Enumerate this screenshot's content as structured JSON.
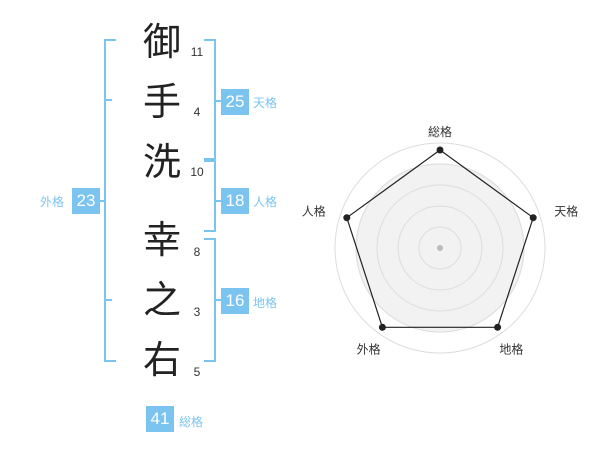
{
  "name_chars": [
    {
      "char": "御",
      "strokes": "11"
    },
    {
      "char": "手",
      "strokes": "4"
    },
    {
      "char": "洗",
      "strokes": "10"
    },
    {
      "char": "幸",
      "strokes": "8"
    },
    {
      "char": "之",
      "strokes": "3"
    },
    {
      "char": "右",
      "strokes": "5"
    }
  ],
  "scores": {
    "tenkaku": {
      "value": "25",
      "label": "天格"
    },
    "jinkaku": {
      "value": "18",
      "label": "人格"
    },
    "chikaku": {
      "value": "16",
      "label": "地格"
    },
    "gaikaku": {
      "value": "23",
      "label": "外格"
    },
    "soukaku": {
      "value": "41",
      "label": "総格"
    }
  },
  "chart_data": {
    "type": "radar",
    "axes": [
      "総格",
      "天格",
      "地格",
      "外格",
      "人格"
    ],
    "values": [
      5,
      5,
      5,
      5,
      5
    ],
    "max": 5,
    "rings": 5,
    "colors": {
      "accent": "#7cc4f0",
      "line": "#222222",
      "fill": "#f2f2f2",
      "grid": "#dddddd"
    }
  }
}
